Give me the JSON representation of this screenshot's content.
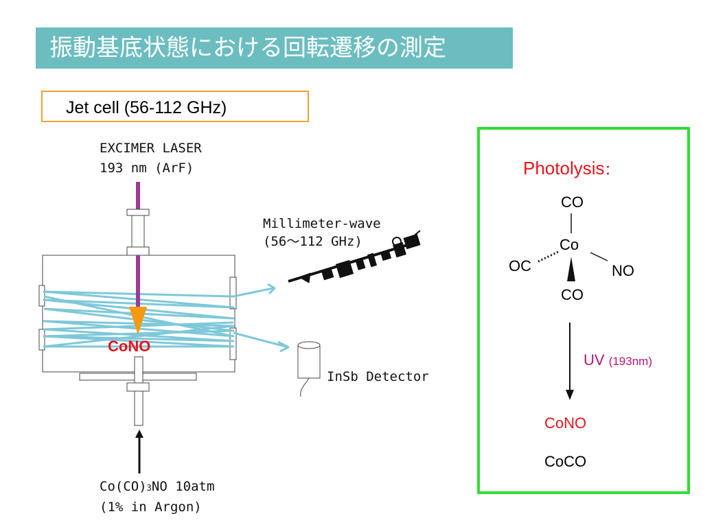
{
  "title": "振動基底状態における回転遷移の測定",
  "jet_cell_label": "Jet cell (56-112 GHz)",
  "laser": {
    "line1": "EXCIMER LASER",
    "line2": "193 nm (ArF)"
  },
  "millimeter_wave": {
    "line1": "Millimeter-wave",
    "line2": "(56～112 GHz)"
  },
  "detector_label": "InSb Detector",
  "sample": {
    "line1_prefix": "Co(CO)",
    "line1_sub": "3",
    "line1_suffix": "NO 10atm",
    "line2": "(1% in Argon)"
  },
  "cell_product_label": "CoNO",
  "photolysis": {
    "heading": "Photolysis",
    "heading_colon": "：",
    "molecule": {
      "top": "CO",
      "center": "Co",
      "left": "OC",
      "right": "NO",
      "bottom": "CO"
    },
    "uv_label": "UV",
    "uv_wavelength": "(193nm)",
    "product_1": "CoNO",
    "product_2": "CoCO"
  },
  "colors": {
    "title_bg": "#6bbdc0",
    "jet_border": "#f0a030",
    "photolysis_border": "#33dd33",
    "beam": "#7ec8d8",
    "laser_beam": "#9b3a9b",
    "focus_cone": "#f59a10",
    "red_text": "#e8141c",
    "uv_text": "#b0167a"
  }
}
